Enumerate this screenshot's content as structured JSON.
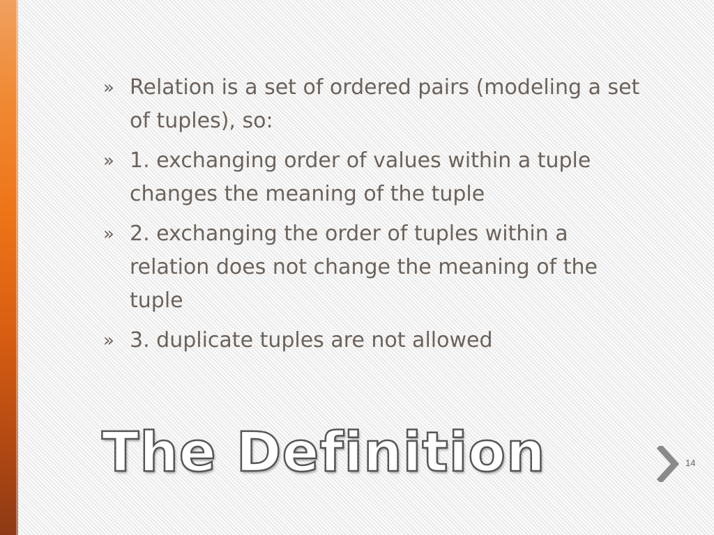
{
  "slide": {
    "bullet_marker": "»",
    "bullets": [
      "Relation is a set of ordered pairs (modeling a set of tuples), so:",
      "1. exchanging order of values within a tuple changes the meaning of the tuple",
      "2. exchanging the order of tuples within a relation does not change the meaning of the tuple",
      "3. duplicate tuples are not allowed"
    ],
    "title": "The Definition",
    "page_number": "14",
    "icons": {
      "next": "chevron-right-icon"
    },
    "colors": {
      "accent": "#ee7418",
      "text": "#6b625c",
      "icon": "#8a8a8a"
    }
  }
}
